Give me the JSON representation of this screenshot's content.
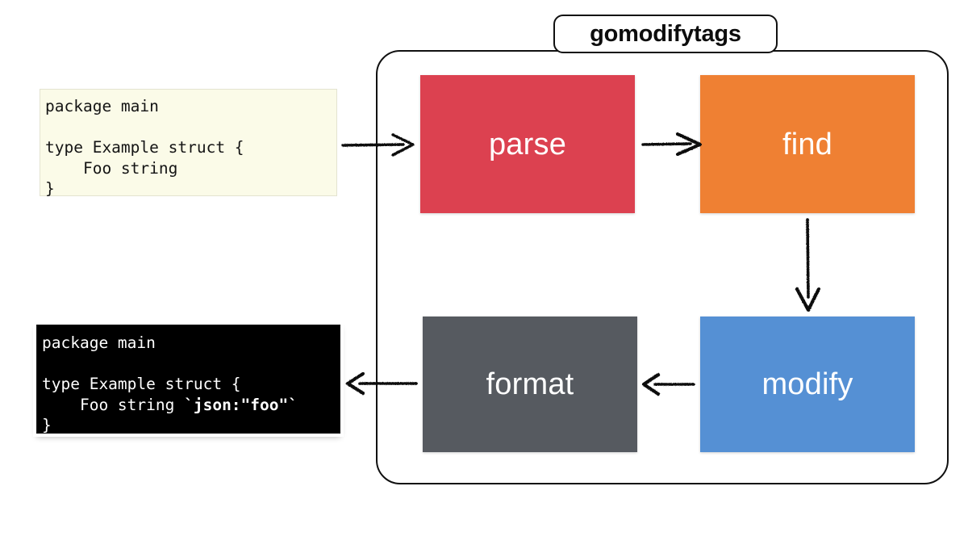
{
  "diagram": {
    "title": "gomodifytags",
    "background_color": "#ffffff",
    "container": {
      "name": "gomodifytags pipeline container",
      "border_color": "#101010"
    },
    "stages": [
      {
        "id": "parse",
        "label": "parse",
        "color": "#dc4150",
        "text_color": "#ffffff"
      },
      {
        "id": "find",
        "label": "find",
        "color": "#ef8033",
        "text_color": "#ffffff"
      },
      {
        "id": "modify",
        "label": "modify",
        "color": "#5590d4",
        "text_color": "#ffffff"
      },
      {
        "id": "format",
        "label": "format",
        "color": "#565a60",
        "text_color": "#ffffff"
      }
    ],
    "code_input": {
      "name": "input Go source",
      "background_color": "#fbfbe8",
      "text_color": "#141414",
      "lines": [
        "package main",
        "",
        "type Example struct {",
        "    Foo string",
        "}"
      ],
      "text": "package main\n\ntype Example struct {\n    Foo string\n}"
    },
    "code_output": {
      "name": "output Go source with tags",
      "background_color": "#000000",
      "text_color": "#ffffff",
      "line1": "package main",
      "line2": "",
      "line3": "type Example struct {",
      "line4_prefix": "    Foo string ",
      "line4_tag": "`json:\"foo\"`",
      "line5": "}",
      "text": "package main\n\ntype Example struct {\n    Foo string `json:\"foo\"`\n}"
    },
    "arrows": [
      {
        "name": "arrow-input-to-parse",
        "from": "code_input",
        "to": "parse",
        "direction": "right"
      },
      {
        "name": "arrow-parse-to-find",
        "from": "parse",
        "to": "find",
        "direction": "right"
      },
      {
        "name": "arrow-find-to-modify",
        "from": "find",
        "to": "modify",
        "direction": "down"
      },
      {
        "name": "arrow-modify-to-format",
        "from": "modify",
        "to": "format",
        "direction": "left"
      },
      {
        "name": "arrow-format-to-output",
        "from": "format",
        "to": "code_output",
        "direction": "left"
      }
    ]
  }
}
